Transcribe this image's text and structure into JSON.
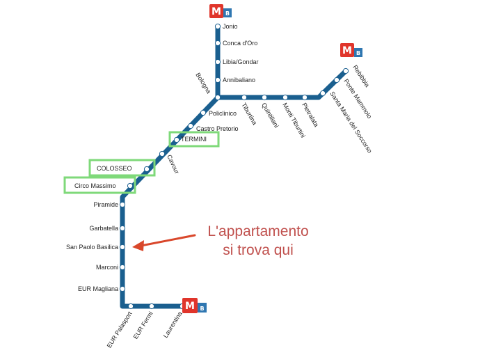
{
  "colors": {
    "line": "#1a5f8f",
    "station_fill": "#ffffff",
    "highlight": "#7fd97a",
    "metro_logo": "#e0352b",
    "line_badge": "#2f77b1",
    "arrow": "#d9472b",
    "note_text": "#c0504d"
  },
  "metro_logo": {
    "letter": "M",
    "line": "B"
  },
  "stations": [
    "Jonio",
    "Conca d'Oro",
    "Libia/Gondar",
    "Annibaliano",
    "Bologna",
    "Tiburtina",
    "Quintiliani",
    "Monti Tiburtini",
    "Pietralata",
    "Santa Maria del Soccorso",
    "Ponte Mammolo",
    "Rebibbia",
    "Policlinico",
    "Castro Pretorio",
    "TERMINI",
    "Cavour",
    "COLOSSEO",
    "Circo Massimo",
    "Piramide",
    "Garbatella",
    "San Paolo Basilica",
    "Marconi",
    "EUR Magliana",
    "EUR Palasport",
    "EUR Fermi",
    "Laurentina"
  ],
  "highlighted": [
    "TERMINI",
    "COLOSSEO",
    "Circo Massimo"
  ],
  "annotation": {
    "line1": "L'appartamento",
    "line2": "si trova qui",
    "points_to": "San Paolo Basilica"
  }
}
